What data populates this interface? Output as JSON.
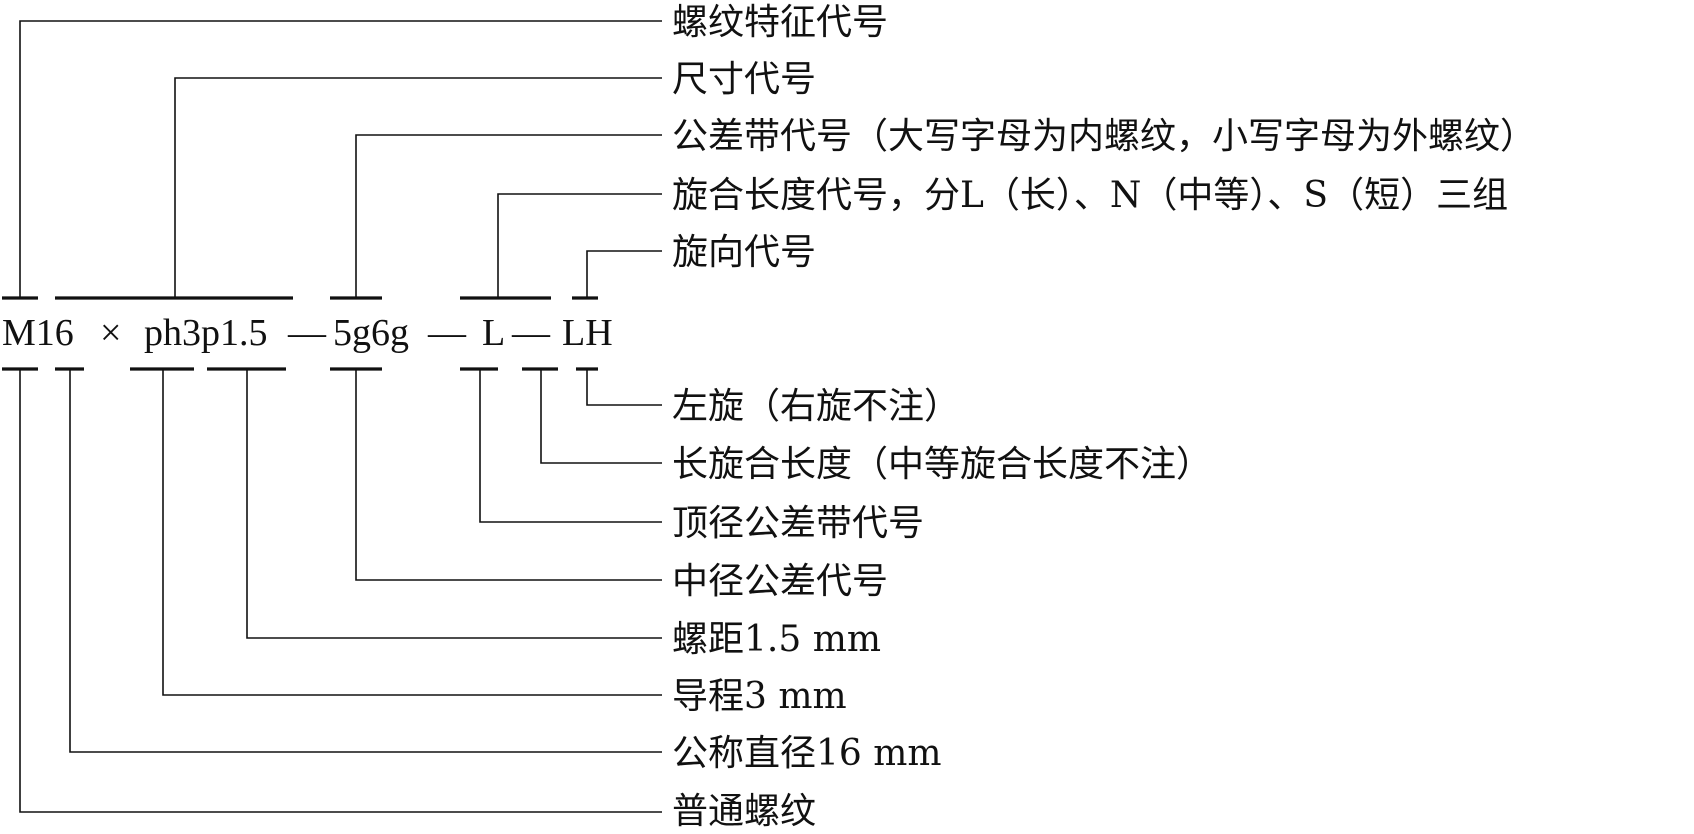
{
  "code": {
    "M16": "M16",
    "times": "×",
    "ph3p1_5": "ph3p1.5",
    "dash1": "—",
    "tol": "5g6g",
    "dash2": "—",
    "L": "L",
    "dash3": "—",
    "LH": "LH"
  },
  "labels_above": [
    "螺纹特征代号",
    "尺寸代号",
    "公差带代号（大写字母为内螺纹，小写字母为外螺纹）",
    "旋合长度代号，分L（长）、N（中等）、S（短）三组",
    "旋向代号"
  ],
  "labels_below": [
    "左旋（右旋不注）",
    "长旋合长度（中等旋合长度不注）",
    "顶径公差带代号",
    "中径公差代号",
    "螺距1.5 mm",
    "导程3 mm",
    "公称直径16 mm",
    "普通螺纹"
  ]
}
